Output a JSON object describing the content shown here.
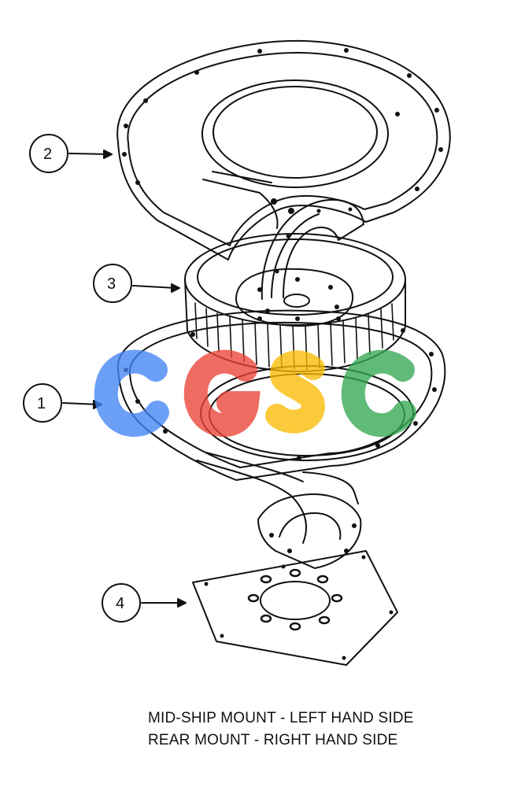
{
  "callouts": [
    {
      "id": "2",
      "label": "2"
    },
    {
      "id": "3",
      "label": "3"
    },
    {
      "id": "1",
      "label": "1"
    },
    {
      "id": "4",
      "label": "4"
    }
  ],
  "captions": {
    "line1": "MID-SHIP MOUNT - LEFT HAND SIDE",
    "line2": "REAR MOUNT - RIGHT HAND SIDE"
  },
  "watermark": {
    "text": "CGSC",
    "colors": [
      "#4285f4",
      "#ea4335",
      "#fbbc05",
      "#34a853"
    ]
  }
}
